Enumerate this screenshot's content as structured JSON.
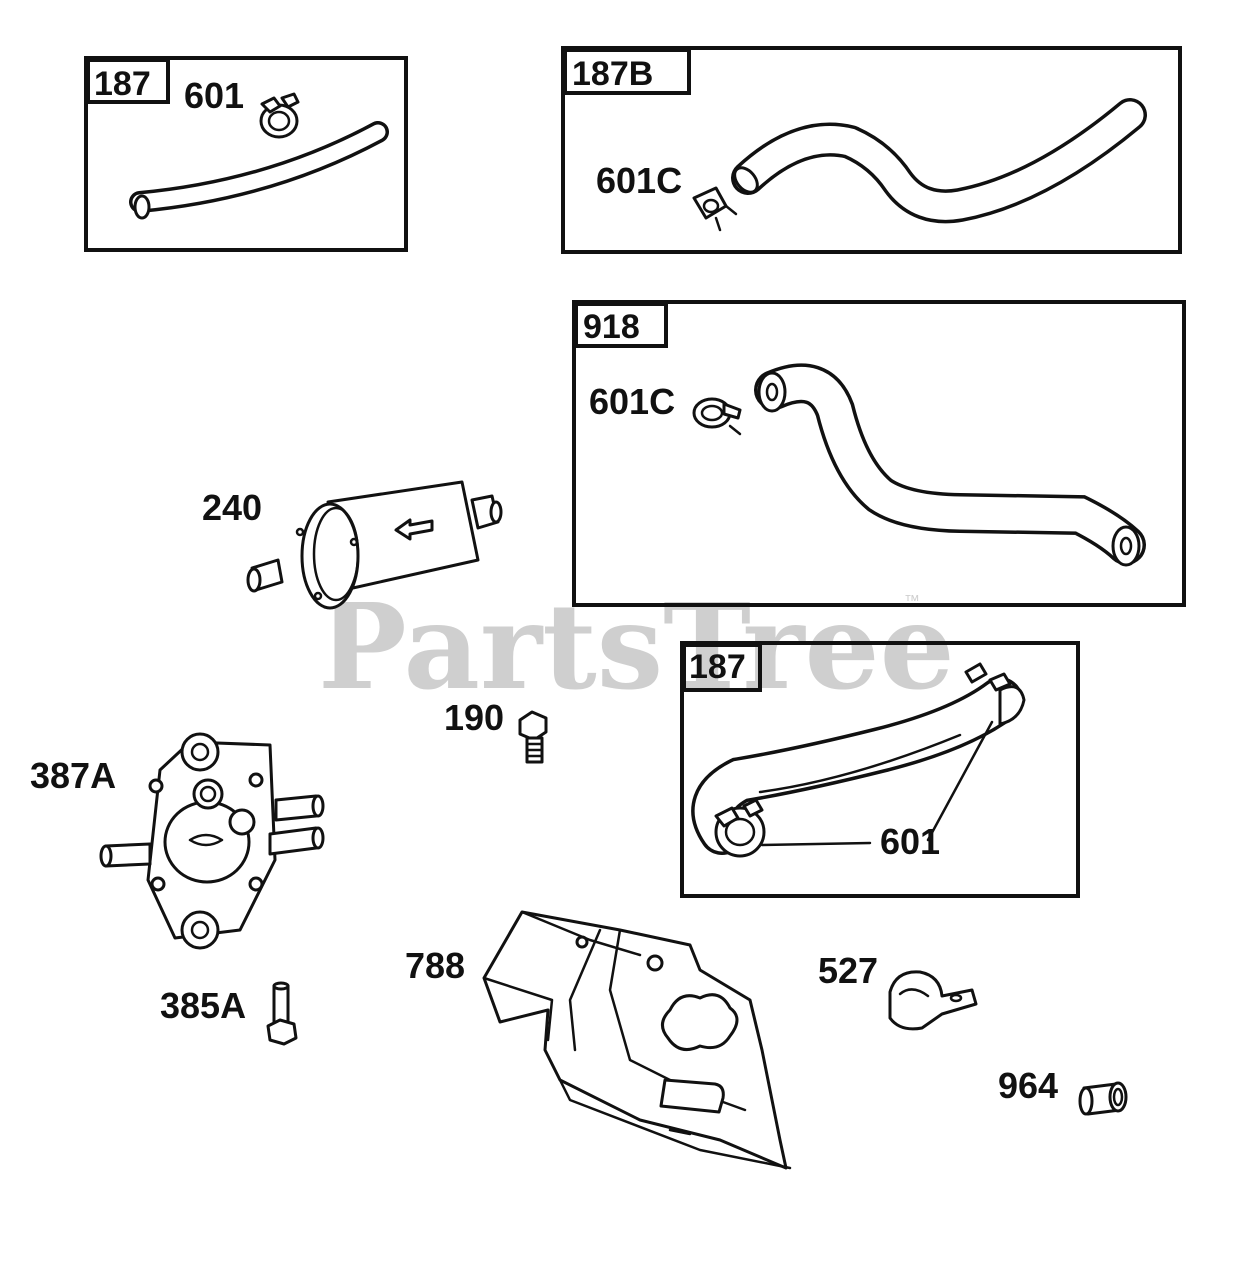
{
  "watermark": {
    "text": "PartsTree",
    "mark": "™",
    "color": "#cfcfcf"
  },
  "groups": [
    {
      "tag": "187",
      "parts": [
        "601"
      ]
    },
    {
      "tag": "187B",
      "parts": [
        "601C"
      ]
    },
    {
      "tag": "918",
      "parts": [
        "601C"
      ]
    },
    {
      "tag": "187",
      "parts": [
        "601"
      ]
    }
  ],
  "parts": {
    "p240": "240",
    "p190": "190",
    "p387A": "387A",
    "p385A": "385A",
    "p788": "788",
    "p527": "527",
    "p964": "964"
  },
  "icons": [
    "fuel-line-icon",
    "hose-clamp-icon",
    "fuel-filter-icon",
    "fuel-pump-icon",
    "bolt-icon",
    "bracket-icon",
    "clip-icon",
    "spacer-icon"
  ]
}
